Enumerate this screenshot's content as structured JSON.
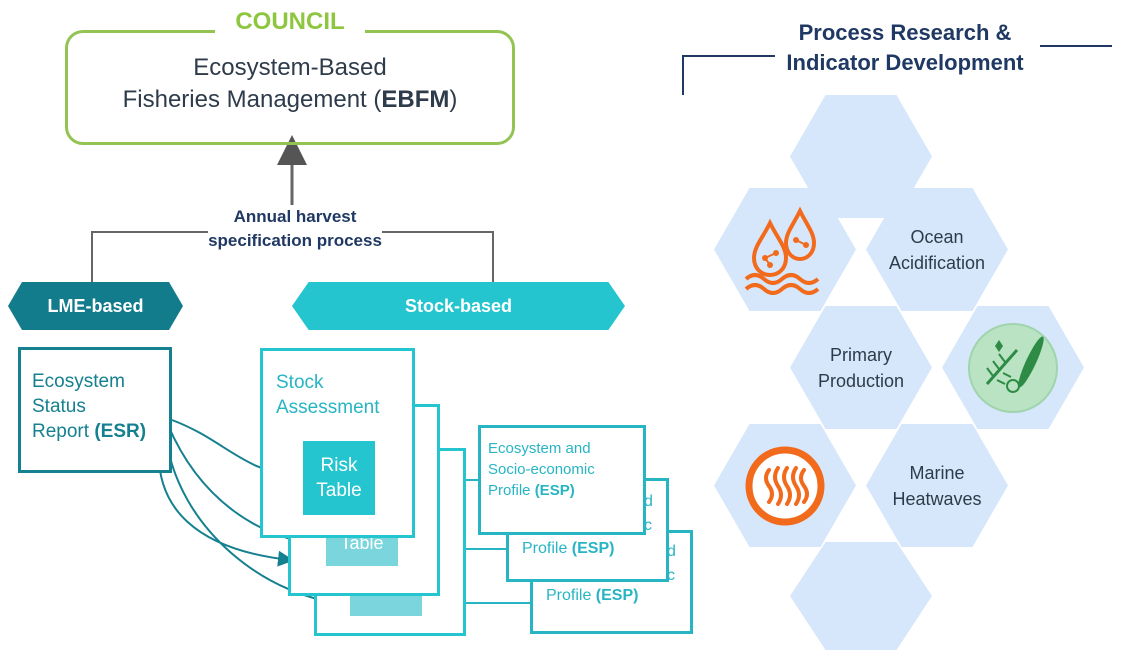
{
  "council": {
    "label": "COUNCIL",
    "ebfm_line1": "Ecosystem-Based",
    "ebfm_line2_prefix": "Fisheries Management (",
    "ebfm_abbr": "EBFM",
    "ebfm_line2_suffix": ")"
  },
  "annual": {
    "line1": "Annual harvest",
    "line2": "specification process"
  },
  "banners": {
    "lme": "LME-based",
    "stock": "Stock-based"
  },
  "esr": {
    "line1": "Ecosystem",
    "line2": "Status",
    "line3_prefix": "Report ",
    "abbr": "(ESR)"
  },
  "stock_card": {
    "line1": "Stock",
    "line2": "Assessment",
    "risk_line1": "Risk",
    "risk_line2": "Table",
    "back_risk": "Table"
  },
  "esp_card": {
    "line1": "Ecosystem and",
    "line2": "Socio-economic",
    "line3_prefix": "Profile ",
    "abbr": "(ESP)",
    "back_profile": "Profile ",
    "back_fragment_1": "d",
    "back_fragment_2": "c"
  },
  "process": {
    "title_line1": "Process Research &",
    "title_line2": "Indicator Development",
    "hex_ocean_line1": "Ocean",
    "hex_ocean_line2": "Acidification",
    "hex_primary_line1": "Primary",
    "hex_primary_line2": "Production",
    "hex_heat_line1": "Marine",
    "hex_heat_line2": "Heatwaves"
  },
  "colors": {
    "council_green": "#8dc63f",
    "lme_teal": "#127b8c",
    "stock_cyan": "#24c5cf",
    "navy": "#1f3864",
    "hex_fill": "#d6e7fb",
    "icon_orange": "#f26b1d"
  },
  "icons": [
    "droplets-waves-icon",
    "plankton-icon",
    "heat-waves-icon"
  ]
}
